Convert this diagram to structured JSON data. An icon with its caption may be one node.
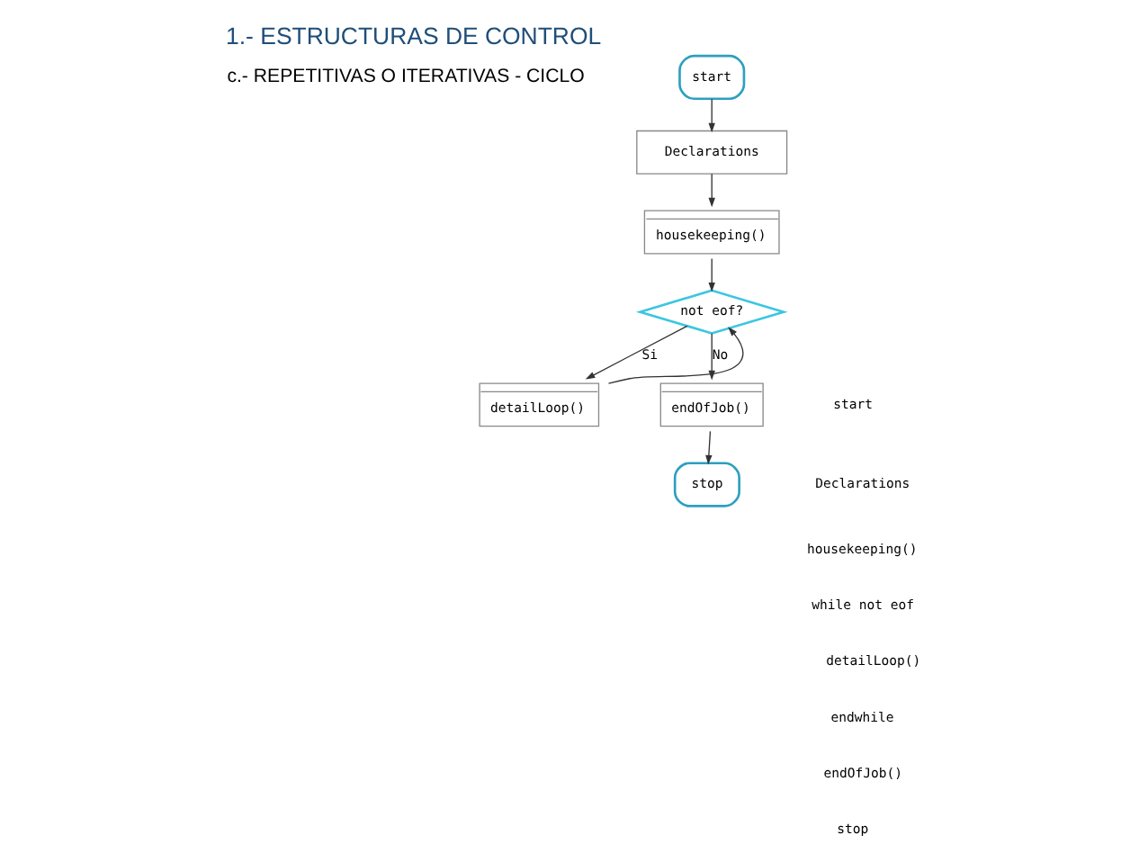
{
  "diagram": {
    "title": "1.- ESTRUCTURAS DE CONTROL",
    "nodes": [
      {
        "text": [
          "start"
        ]
      },
      {
        "text": [
          "Declarations"
        ]
      },
      {
        "text": [
          "housekeeping()"
        ]
      },
      {
        "text": [
          "not eof?"
        ]
      },
      {
        "text": [
          "detailLoop()"
        ]
      },
      {
        "text": [
          "endOfJob()"
        ]
      },
      {
        "text": [
          "stop"
        ]
      }
    ],
    "edges": [
      {
        "from": 0,
        "to": 1,
        "arrow": "to"
      },
      {
        "from": 1,
        "to": 2,
        "arrow": "to"
      },
      {
        "from": 2,
        "to": 3,
        "arrow": "to"
      },
      {
        "from": 3,
        "to": 4,
        "arrow": "to",
        "label": "Si"
      },
      {
        "from": 4,
        "to": 3,
        "arrow": "to"
      },
      {
        "from": 3,
        "to": 5,
        "arrow": "to",
        "label": "No"
      },
      {
        "from": 5,
        "to": 6,
        "arrow": "to"
      }
    ],
    "labels": [
      "c.- REPETITIVAS O ITERATIVAS - CICLO",
      "start",
      "Declarations",
      "housekeeping()",
      "while not eof",
      "detailLoop()",
      "endwhile",
      "endOfJob()",
      "stop"
    ]
  }
}
